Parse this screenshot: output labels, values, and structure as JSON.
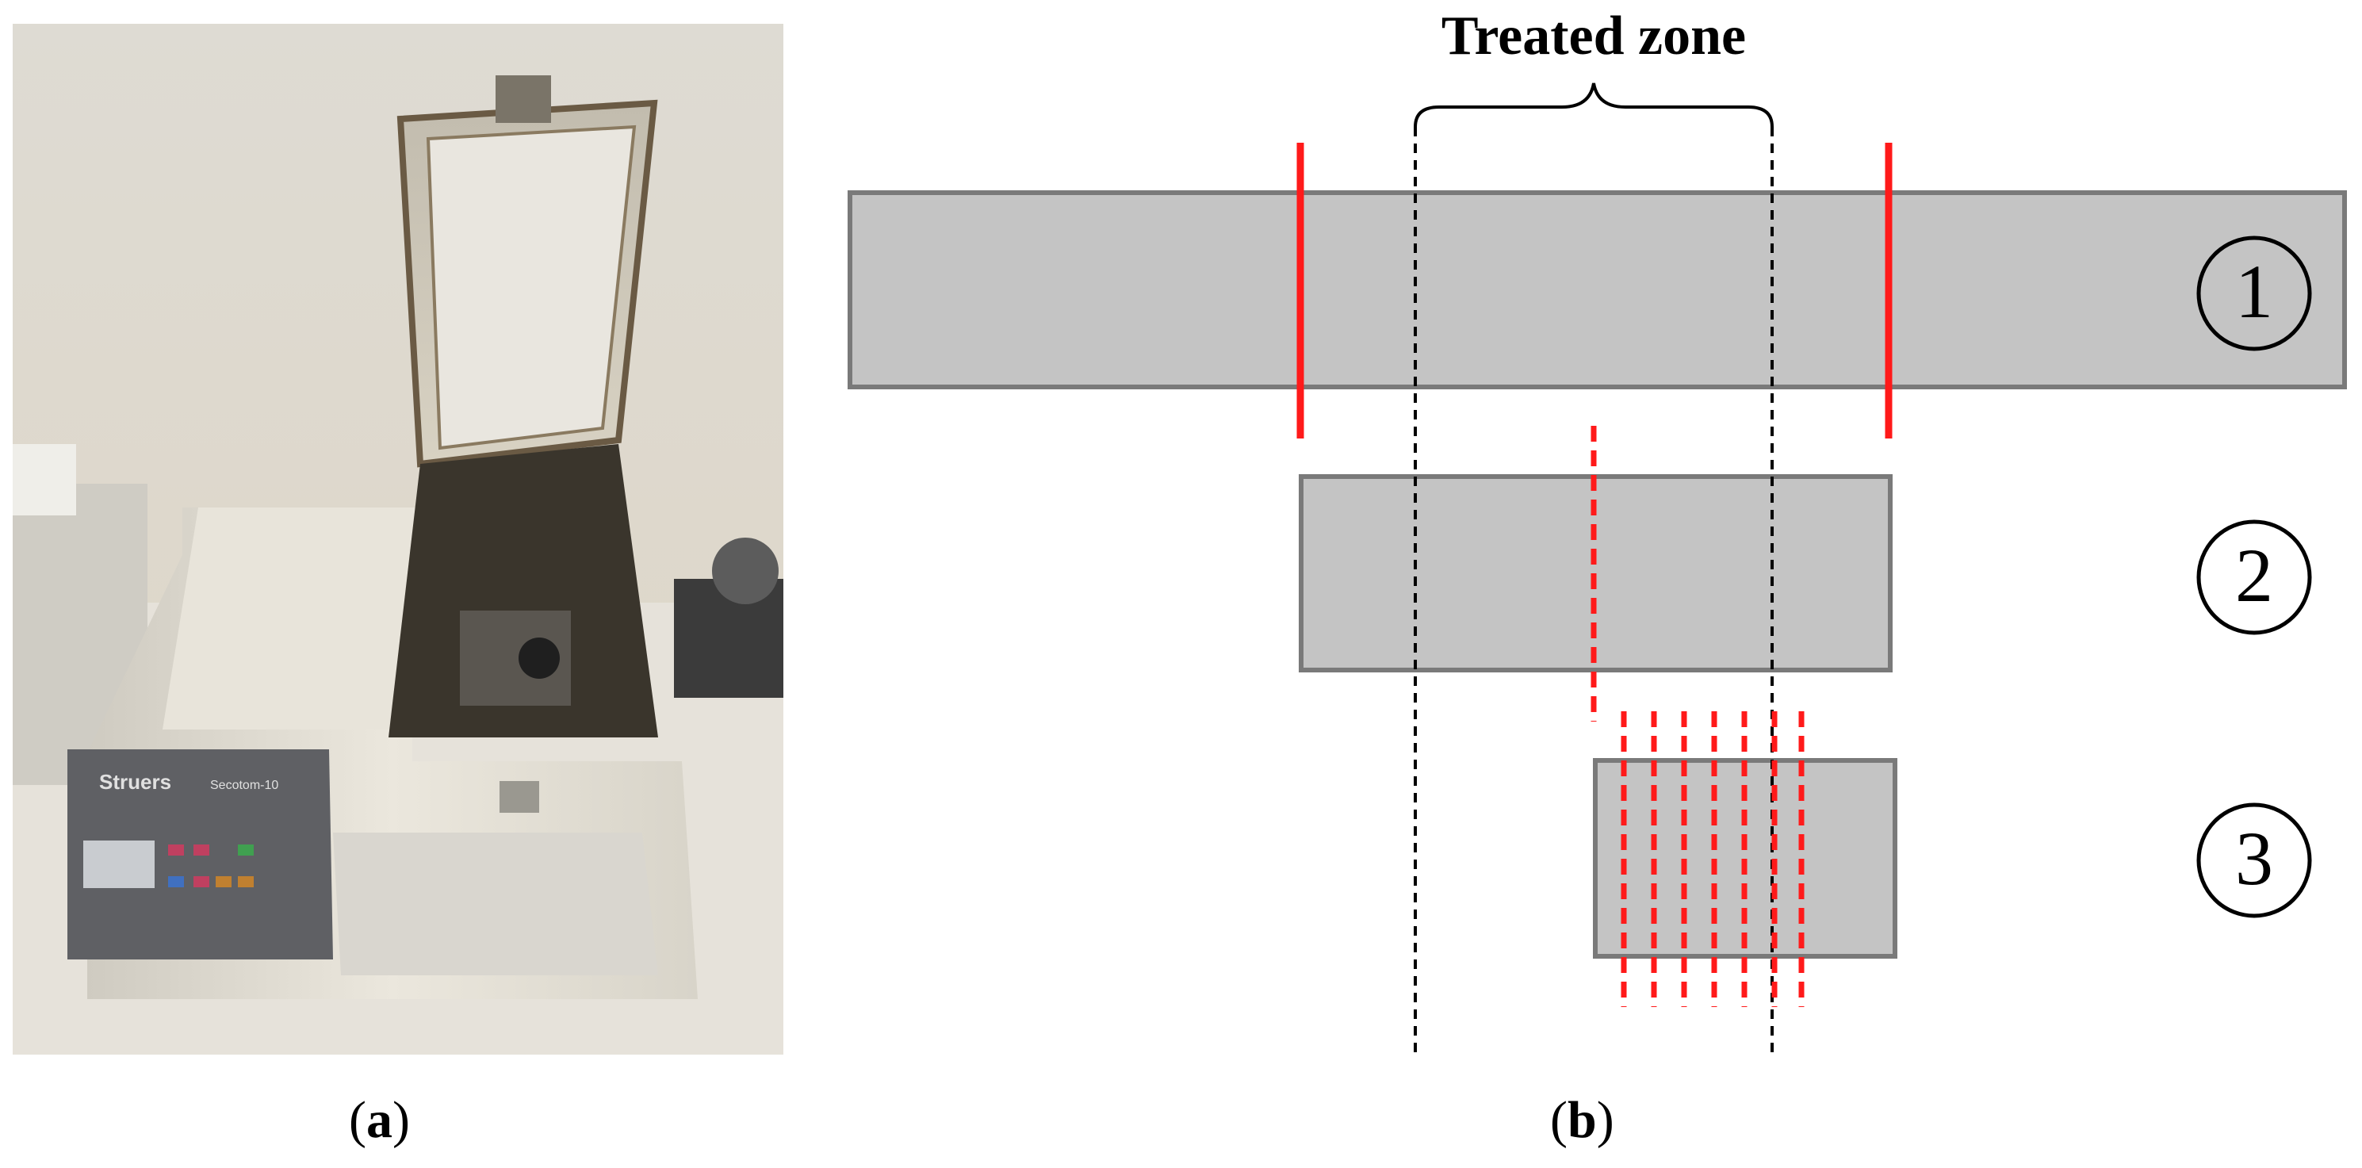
{
  "panel_a": {
    "label_open": "(",
    "label_letter": "a",
    "label_close": ")",
    "machine_brand": "Struers",
    "machine_model": "Secotom-10"
  },
  "panel_b": {
    "label_open": "(",
    "label_letter": "b",
    "label_close": ")",
    "title": "Treated zone",
    "steps": [
      {
        "number": "1"
      },
      {
        "number": "2"
      },
      {
        "number": "3"
      }
    ]
  },
  "colors": {
    "specimen_fill": "#c4c4c4",
    "specimen_stroke": "#7a7a7a",
    "cut_line": "#ff1a1a",
    "guide_line": "#000000"
  }
}
